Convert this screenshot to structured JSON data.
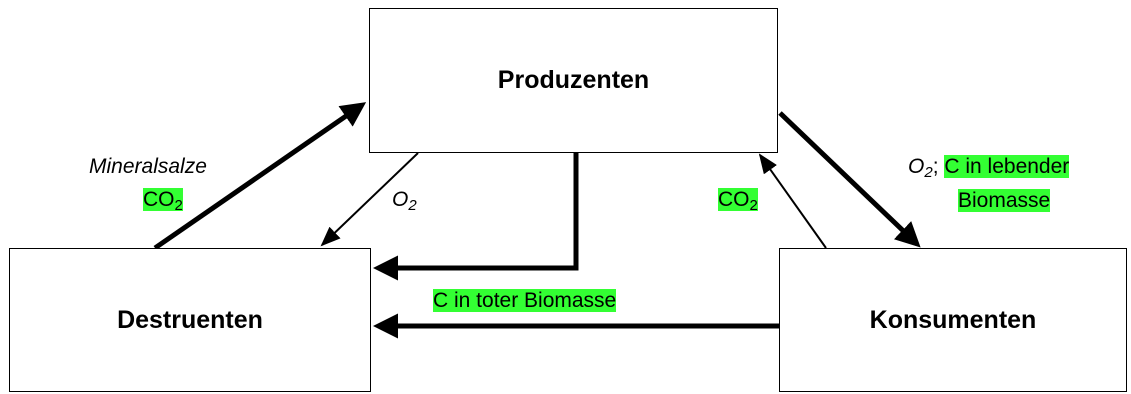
{
  "nodes": {
    "produzenten": "Produzenten",
    "destruenten": "Destruenten",
    "konsumenten": "Konsumenten"
  },
  "labels": {
    "mineralsalze": "Mineralsalze",
    "co2_left": {
      "base": "CO",
      "sub": "2"
    },
    "o2_mid": {
      "base": "O",
      "sub": "2"
    },
    "co2_right": {
      "base": "CO",
      "sub": "2"
    },
    "o2_right": {
      "base": "O",
      "sub": "2"
    },
    "o2_right_sep": ";",
    "lebend_line1": "C in lebender",
    "lebend_line2": "Biomasse",
    "toter": "C in toter Biomasse"
  },
  "colors": {
    "highlight": "#33ff33",
    "stroke": "#000000"
  }
}
